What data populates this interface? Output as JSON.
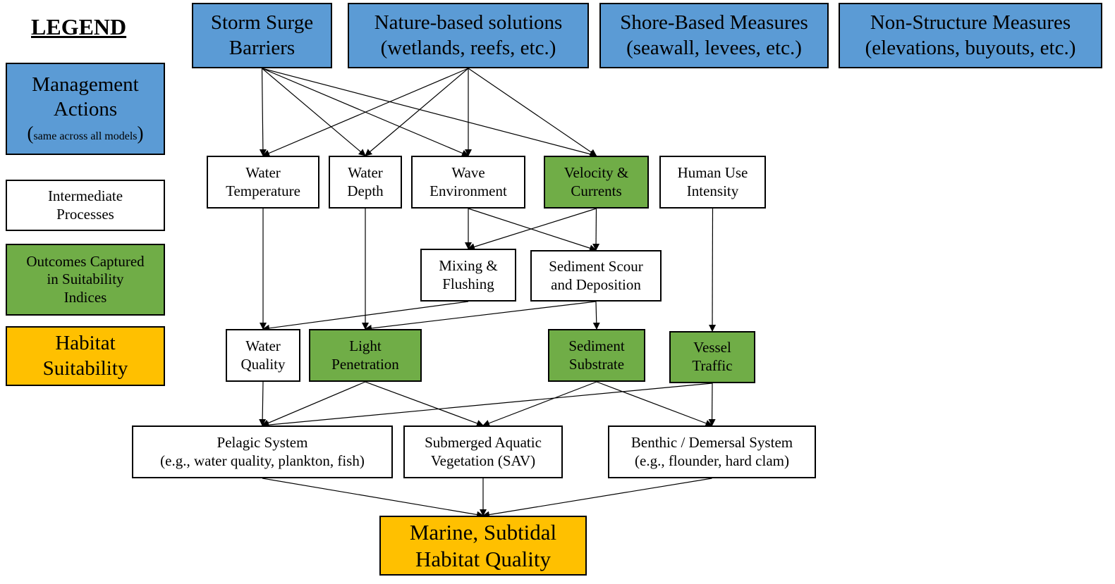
{
  "legend": {
    "title": "LEGEND",
    "management_line1": "Management",
    "management_line2": "Actions",
    "management_note_open": "(",
    "management_note": "same across all models",
    "management_note_close": ")",
    "intermediate_line1": "Intermediate",
    "intermediate_line2": "Processes",
    "outcomes_line1": "Outcomes Captured",
    "outcomes_line2": "in Suitability",
    "outcomes_line3": "Indices",
    "habitat_line1": "Habitat",
    "habitat_line2": "Suitability"
  },
  "colors": {
    "management": "#5b9bd5",
    "intermediate": "#ffffff",
    "outcome": "#70ad47",
    "habitat": "#ffc000"
  },
  "actions": {
    "storm_surge": [
      "Storm Surge",
      "Barriers"
    ],
    "nature_based": [
      "Nature-based solutions",
      "(wetlands, reefs, etc.)"
    ],
    "shore_based": [
      "Shore-Based Measures",
      "(seawall, levees, etc.)"
    ],
    "non_structure": [
      "Non-Structure Measures",
      "(elevations, buyouts, etc.)"
    ]
  },
  "processes": {
    "water_temperature": [
      "Water",
      "Temperature"
    ],
    "water_depth": [
      "Water",
      "Depth"
    ],
    "wave_environment": [
      "Wave",
      "Environment"
    ],
    "velocity_currents": [
      "Velocity &",
      "Currents"
    ],
    "human_use": [
      "Human Use",
      "Intensity"
    ],
    "mixing_flushing": [
      "Mixing &",
      "Flushing"
    ],
    "sediment_scour": [
      "Sediment Scour",
      "and Deposition"
    ],
    "water_quality": [
      "Water",
      "Quality"
    ],
    "light_penetration": [
      "Light",
      "Penetration"
    ],
    "sediment_substrate": [
      "Sediment",
      "Substrate"
    ],
    "vessel_traffic": [
      "Vessel",
      "Traffic"
    ]
  },
  "systems": {
    "pelagic": [
      "Pelagic System",
      "(e.g., water quality, plankton, fish)"
    ],
    "sav": [
      "Submerged Aquatic",
      "Vegetation (SAV)"
    ],
    "benthic": [
      "Benthic / Demersal System",
      "(e.g., flounder, hard clam)"
    ]
  },
  "outcome": {
    "habitat_quality": [
      "Marine, Subtidal",
      "Habitat Quality"
    ]
  },
  "edges": [
    [
      "storm_surge",
      "water_temperature"
    ],
    [
      "storm_surge",
      "water_depth"
    ],
    [
      "storm_surge",
      "wave_environment"
    ],
    [
      "storm_surge",
      "velocity_currents"
    ],
    [
      "nature_based",
      "water_temperature"
    ],
    [
      "nature_based",
      "water_depth"
    ],
    [
      "nature_based",
      "wave_environment"
    ],
    [
      "nature_based",
      "velocity_currents"
    ],
    [
      "wave_environment",
      "mixing_flushing"
    ],
    [
      "wave_environment",
      "sediment_scour"
    ],
    [
      "velocity_currents",
      "mixing_flushing"
    ],
    [
      "velocity_currents",
      "sediment_scour"
    ],
    [
      "water_temperature",
      "water_quality"
    ],
    [
      "mixing_flushing",
      "water_quality"
    ],
    [
      "water_depth",
      "light_penetration"
    ],
    [
      "sediment_scour",
      "light_penetration"
    ],
    [
      "sediment_scour",
      "sediment_substrate"
    ],
    [
      "human_use",
      "vessel_traffic"
    ],
    [
      "water_quality",
      "pelagic"
    ],
    [
      "light_penetration",
      "pelagic"
    ],
    [
      "light_penetration",
      "sav"
    ],
    [
      "vessel_traffic",
      "pelagic"
    ],
    [
      "sediment_substrate",
      "sav"
    ],
    [
      "sediment_substrate",
      "benthic"
    ],
    [
      "vessel_traffic",
      "benthic"
    ],
    [
      "pelagic",
      "habitat_quality"
    ],
    [
      "sav",
      "habitat_quality"
    ],
    [
      "benthic",
      "habitat_quality"
    ]
  ]
}
